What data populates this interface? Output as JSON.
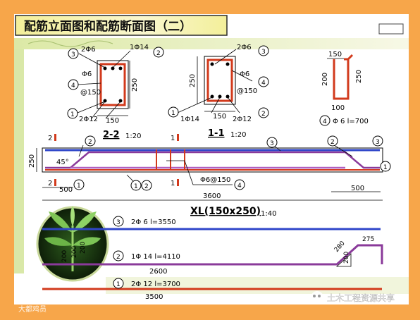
{
  "title": "配筋立面图和配筋断面图（二）",
  "section22": {
    "label": "2-2",
    "scale": "1:20",
    "top_bar": "2Φ6",
    "top_bar2": "1Φ14",
    "stirrup": "Φ6",
    "stirrup_spacing": "@150",
    "height": "250",
    "width": "150",
    "bottom_bar": "2Φ12",
    "marks": [
      "3",
      "2",
      "4",
      "1"
    ]
  },
  "section11": {
    "label": "1-1",
    "scale": "1:20",
    "top_bar": "2Φ6",
    "stirrup": "Φ6",
    "stirrup_spacing": "@150",
    "height": "250",
    "width": "150",
    "bottom_left": "1Φ14",
    "bottom_right": "2Φ12",
    "marks": [
      "3",
      "4",
      "1",
      "2"
    ]
  },
  "stirrup_detail": {
    "top": "150",
    "left": "200",
    "right": "250",
    "bottom": "100",
    "mark": "4",
    "text": "Φ 6  l=700"
  },
  "elevation": {
    "height": "250",
    "angle": "45°",
    "end_left": "500",
    "end_right": "500",
    "length": "3600",
    "stirrup_note": "Φ6@150",
    "cut_left": "2",
    "cut_mid": "1",
    "marks": [
      "2",
      "1",
      "2",
      "4",
      "3",
      "2",
      "3",
      "1"
    ]
  },
  "beam_title": "XL(150x250)",
  "beam_scale": "1:40",
  "bars": [
    {
      "mark": "3",
      "text": "2Φ 6  l=3550"
    },
    {
      "mark": "2",
      "text": "1Φ 14   l=4110",
      "length": "2600",
      "bend_h": "200",
      "bend_d": "280",
      "hook": "275"
    },
    {
      "mark": "1",
      "text": "2Φ 12  l=3700",
      "length": "3500"
    }
  ],
  "plant_labels": {
    "v1": "200",
    "v2": "200",
    "v3": "200"
  },
  "watermark": "土木工程资源共享",
  "watermark_left": "大都鸡员"
}
